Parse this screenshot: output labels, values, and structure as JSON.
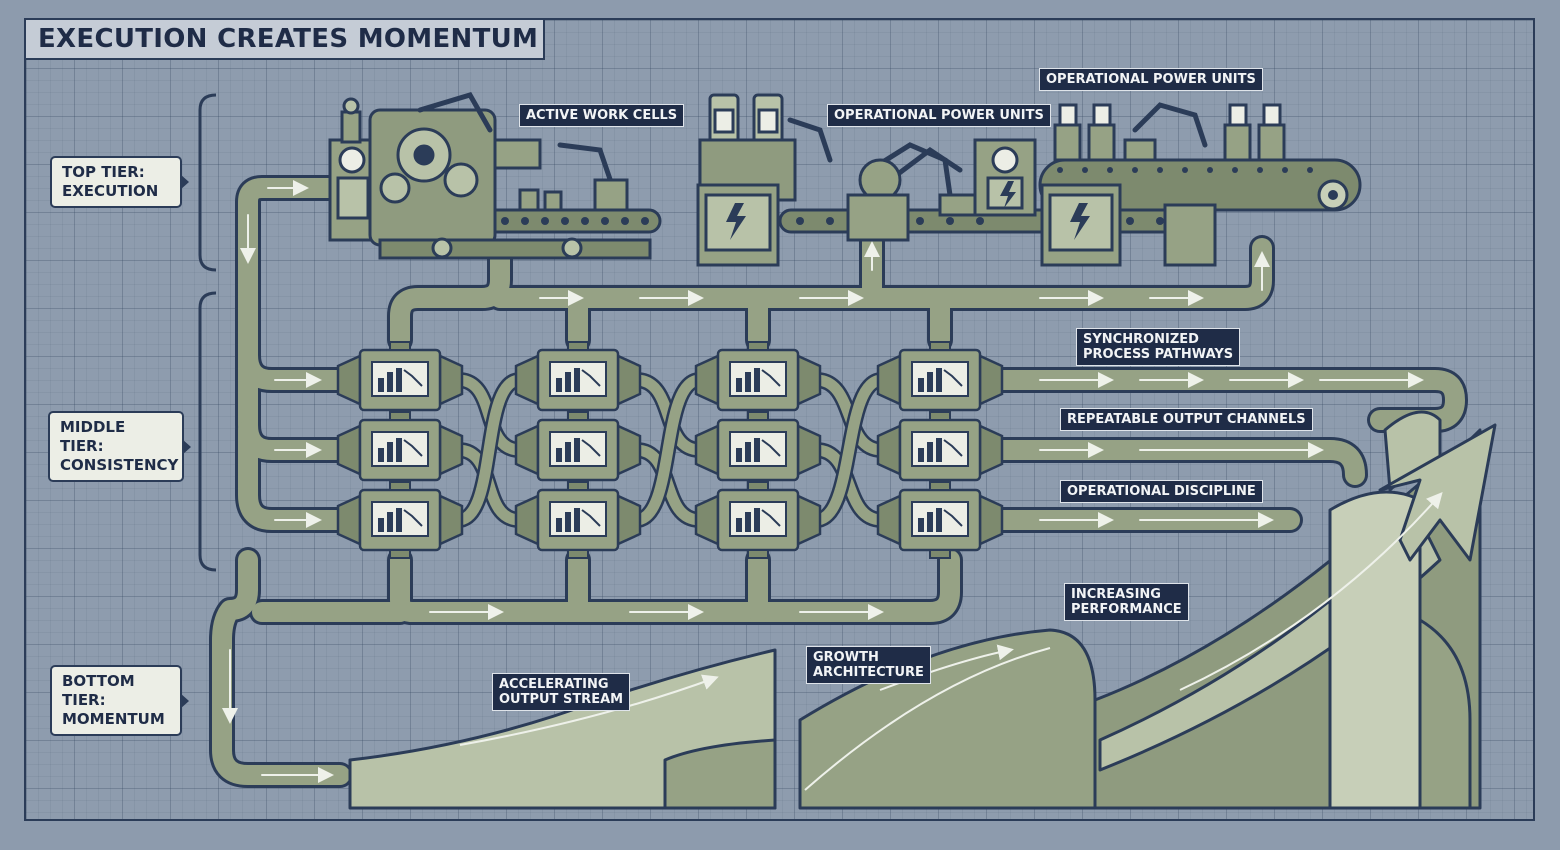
{
  "title": "EXECUTION CREATES MOMENTUM",
  "tiers": [
    {
      "line1": "TOP TIER:",
      "line2": "EXECUTION"
    },
    {
      "line1": "MIDDLE TIER:",
      "line2": "CONSISTENCY"
    },
    {
      "line1": "BOTTOM TIER:",
      "line2": "MOMENTUM"
    }
  ],
  "callouts": {
    "active_work_cells": "ACTIVE WORK CELLS",
    "power_units_1": "OPERATIONAL POWER UNITS",
    "power_units_2": "OPERATIONAL POWER UNITS",
    "sync_pathways": {
      "line1": "SYNCHRONIZED",
      "line2": "PROCESS PATHWAYS"
    },
    "repeatable_output": "REPEATABLE OUTPUT CHANNELS",
    "operational_discipline": "OPERATIONAL DISCIPLINE",
    "increasing_performance": {
      "line1": "INCREASING",
      "line2": "PERFORMANCE"
    },
    "growth_architecture": {
      "line1": "GROWTH",
      "line2": "ARCHITECTURE"
    },
    "accelerating_output": {
      "line1": "ACCELERATING",
      "line2": "OUTPUT STREAM"
    }
  },
  "colors": {
    "background": "#8d9bad",
    "machine": "#8f9b7f",
    "machine_light": "#b8c2a8",
    "outline": "#2b3c58",
    "label_bg": "#1f2c47",
    "label_text": "#f2f4f6",
    "tier_bg": "#eceee6"
  }
}
